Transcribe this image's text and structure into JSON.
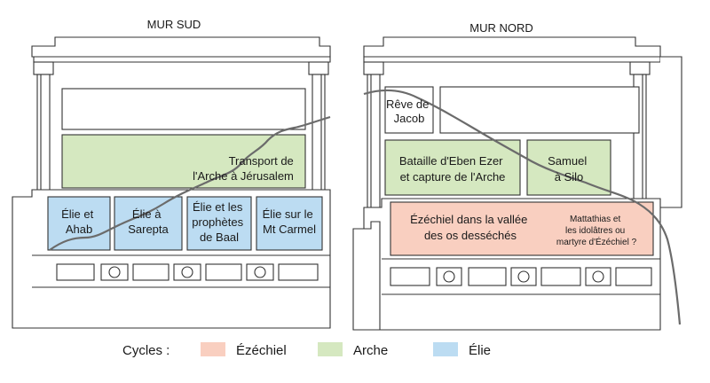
{
  "south_wall": {
    "title": "MUR SUD",
    "panels": [
      {
        "lines": [
          "Transport de",
          "l'Arche à Jérusalem"
        ],
        "cycle": "arche"
      },
      {
        "lines": [
          "Élie et",
          "Ahab"
        ],
        "cycle": "elie"
      },
      {
        "lines": [
          "Élie à",
          "Sarepta"
        ],
        "cycle": "elie"
      },
      {
        "lines": [
          "Élie et les",
          "prophètes",
          "de Baal"
        ],
        "cycle": "elie"
      },
      {
        "lines": [
          "Élie sur le",
          "Mt Carmel"
        ],
        "cycle": "elie"
      }
    ]
  },
  "north_wall": {
    "title": "MUR NORD",
    "panels": [
      {
        "lines": [
          "Rêve de",
          "Jacob"
        ],
        "cycle": "none"
      },
      {
        "lines": [
          "Bataille d'Eben Ezer",
          "et capture de l'Arche"
        ],
        "cycle": "arche"
      },
      {
        "lines": [
          "Samuel",
          "à Silo"
        ],
        "cycle": "arche"
      },
      {
        "lines": [
          "Ézéchiel dans la vallée",
          "des os desséchés"
        ],
        "cycle": "ezechiel"
      },
      {
        "lines": [
          "Mattathias et",
          "les idolâtres  ou",
          "martyre d'Ézéchiel ?"
        ],
        "cycle": "ezechiel"
      }
    ]
  },
  "legend": {
    "title": "Cycles :",
    "items": [
      {
        "label": "Ézéchiel",
        "color": "#f9cfc0"
      },
      {
        "label": "Arche",
        "color": "#d5e8c0"
      },
      {
        "label": "Élie",
        "color": "#bcdcf2"
      }
    ]
  },
  "colors": {
    "arche": "#d5e8c0",
    "elie": "#bcdcf2",
    "ezechiel": "#f9cfc0",
    "none": "#ffffff",
    "line": "#333333",
    "break_line": "#6b6b6b"
  }
}
